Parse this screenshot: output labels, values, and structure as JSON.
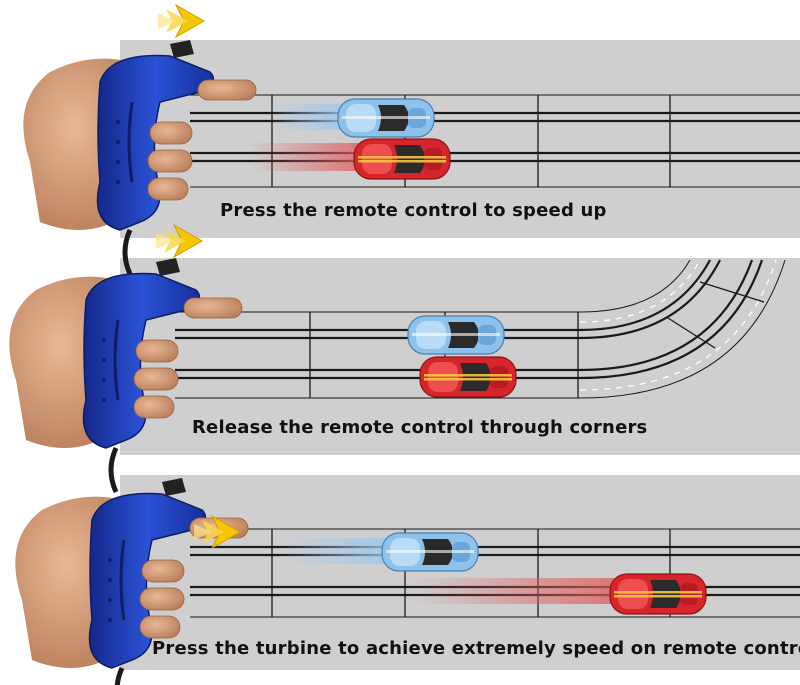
{
  "panels": [
    {
      "caption": "Press the remote control to speed up"
    },
    {
      "caption": "Release the remote control through corners"
    },
    {
      "caption": "Press the turbine to achieve extremely speed on remote control"
    }
  ],
  "colors": {
    "track": "#cfcfcf",
    "rail": "#1a1a1a",
    "controller_blue": "#1f3fbf",
    "blue_car": "#8fc3ea",
    "red_car": "#d6262c",
    "arrow_yellow": "#f6c700",
    "skin": "#d9a07d"
  },
  "icons": [
    "speed-arrow-icon",
    "remote-controller-icon",
    "hand-icon",
    "blue-race-car-icon",
    "red-race-car-icon",
    "curved-track-icon"
  ]
}
